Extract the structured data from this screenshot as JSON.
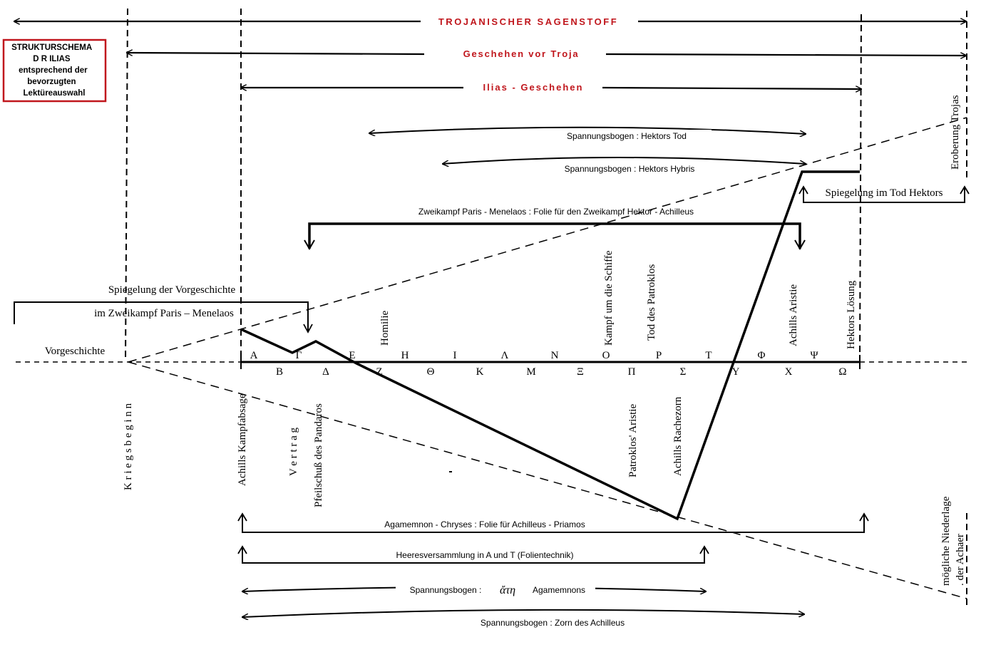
{
  "title_box": {
    "lines": [
      "STRUKTURSCHEMA",
      "D R ILIAS",
      "entsprechend der",
      "bevorzugten",
      "Lektüreauswahl"
    ],
    "border_color": "#c0161c"
  },
  "top_arrows": {
    "trojan": "TROJANISCHER SAGENSTOFF",
    "troja": "Geschehen vor Troja",
    "ilias": "Ilias - Geschehen"
  },
  "arcs": {
    "hektors_tod": "Spannungsbogen :  Hektors Tod",
    "hektors_hybris": "Spannungsbogen :  Hektors Hybris",
    "ate_prefix": "Spannungsbogen :",
    "ate_greek": "ἄτη",
    "ate_suffix": "Agamemnons",
    "zorn": "Spannungsbogen :  Zorn des Achilleus"
  },
  "brackets": {
    "zweikampf": "Zweikampf  Paris  -  Menelaos :  Folie für den Zweikampf   Hektor  -  Achilleus",
    "spiegelung_tod": "Spiegelung im Tod Hektors",
    "spiegelung_vorgeschichte_1": "Spiegelung der Vorgeschichte",
    "spiegelung_vorgeschichte_2": "im Zweikampf Paris – Menelaos",
    "agamemnon": "Agamemnon  -  Chryses  :   Folie für  Achilleus  -  Priamos",
    "heeresversammlung": "Heeresversammlung  in  A  und  T  (Folientechnik)"
  },
  "axis": {
    "vorgeschichte": "Vorgeschichte",
    "upper_books": [
      "Α",
      "Γ",
      "Ε",
      "Η",
      "Ι",
      "Λ",
      "Ν",
      "Ο",
      "Ρ",
      "Τ",
      "Φ",
      "Ψ"
    ],
    "lower_books": [
      "Β",
      "Δ",
      "Ζ",
      "Θ",
      "Κ",
      "Μ",
      "Ξ",
      "Π",
      "Σ",
      "Υ",
      "Χ",
      "Ω"
    ]
  },
  "vertical_labels": {
    "kriegsbeginn": "K r i e g s b e g i n n",
    "eroberung": "Eroberung Trojas",
    "niederlage_1": "mögliche Niederlage",
    "niederlage_2": ". der Achaer",
    "homilie": "Homilie",
    "kampf_schiffe": "Kampf um die Schiffe",
    "tod_patroklos": "Tod des Patroklos",
    "achills_aristie": "Achills Aristie",
    "hektors_loesung": "Hektors Lösung",
    "kampfabsage": "Achills Kampfabsage",
    "vertrag": "V e r t r a g",
    "pfeilschuss": "Pfeilschuß des Pandaros",
    "patroklos_aristie": "Patroklos' Aristie",
    "achills_rachezorn": "Achills Rachezorn"
  }
}
